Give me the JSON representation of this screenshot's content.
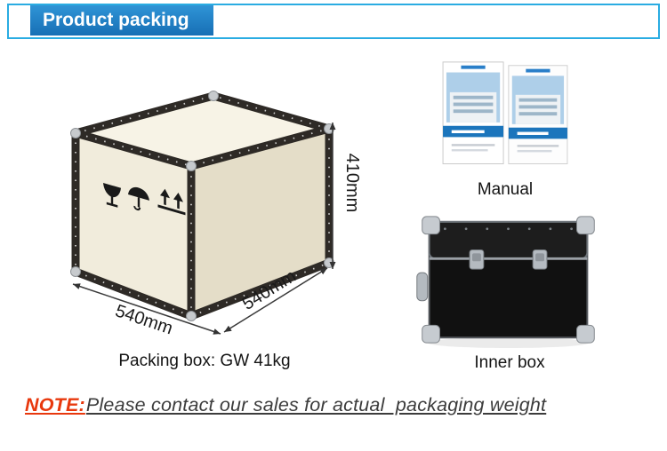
{
  "header": {
    "title": "Product packing"
  },
  "packing_box": {
    "height_label": "410mm",
    "width_label": "540mm",
    "depth_label": "540mm",
    "caption": "Packing box: GW 41kg"
  },
  "manual": {
    "caption": "Manual"
  },
  "inner_box": {
    "caption": "Inner box"
  },
  "note": {
    "label": "NOTE:",
    "text": "Please contact our sales for actual  packaging weight"
  },
  "colors": {
    "title_bg": "#1b75bc",
    "outline_blue": "#2aace2",
    "note_red": "#e8380d",
    "crate_face": "#f1ecdc",
    "case_black": "#151515"
  }
}
